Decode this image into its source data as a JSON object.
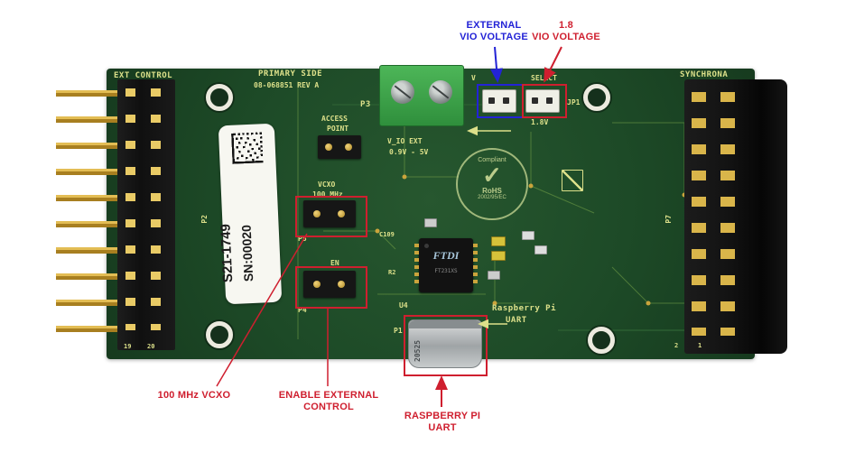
{
  "colors": {
    "red": "#cf1f2f",
    "blue": "#2323d6",
    "pcb": "#1d4a27",
    "silk": "#dce08a",
    "gold": "#c9a43c"
  },
  "callouts": {
    "external_vio_line1": "EXTERNAL",
    "external_vio_line2": "VIO VOLTAGE",
    "vio18_line1": "1.8",
    "vio18_line2": "VIO VOLTAGE",
    "vcxo": "100 MHz VCXO",
    "enable_line1": "ENABLE EXTERNAL",
    "enable_line2": "CONTROL",
    "uart_line1": "RASPBERRY PI",
    "uart_line2": "UART"
  },
  "silkscreen": {
    "ext_control": "EXT CONTROL",
    "primary_side": "PRIMARY SIDE",
    "rev": "08-068851 REV A",
    "synchrona": "SYNCHRONA",
    "p3": "P3",
    "vio_ext_line1": "V_IO EXT",
    "vio_ext_line2": "0.9V - 5V",
    "vio_select_v": "V",
    "vio_select": "SELECT",
    "jp1": "JP1",
    "v18": "1.8V",
    "access_line1": "ACCESS",
    "access_line2": "POINT",
    "vcxo": "VCXO",
    "mhz100": "100 MHz",
    "p5": "P5",
    "en": "EN",
    "p4": "P4",
    "c109": "C109",
    "r2": "R2",
    "u4": "U4",
    "p1": "P1",
    "raspberry_pi": "Raspberry Pi",
    "uart": "UART",
    "p2": "P2",
    "p7": "P7",
    "n19": "19",
    "n20": "20",
    "n2": "2",
    "n1": "1"
  },
  "sticker": {
    "line1": "S21-1749",
    "line2": "SN:00020"
  },
  "chip": {
    "brand": "FTDI",
    "part": "FT231XS"
  },
  "usb": {
    "marking": "20525"
  },
  "rohs": {
    "word": "Compliant",
    "brand": "RoHS",
    "code": "2002/95/EC",
    "check": "✓"
  }
}
